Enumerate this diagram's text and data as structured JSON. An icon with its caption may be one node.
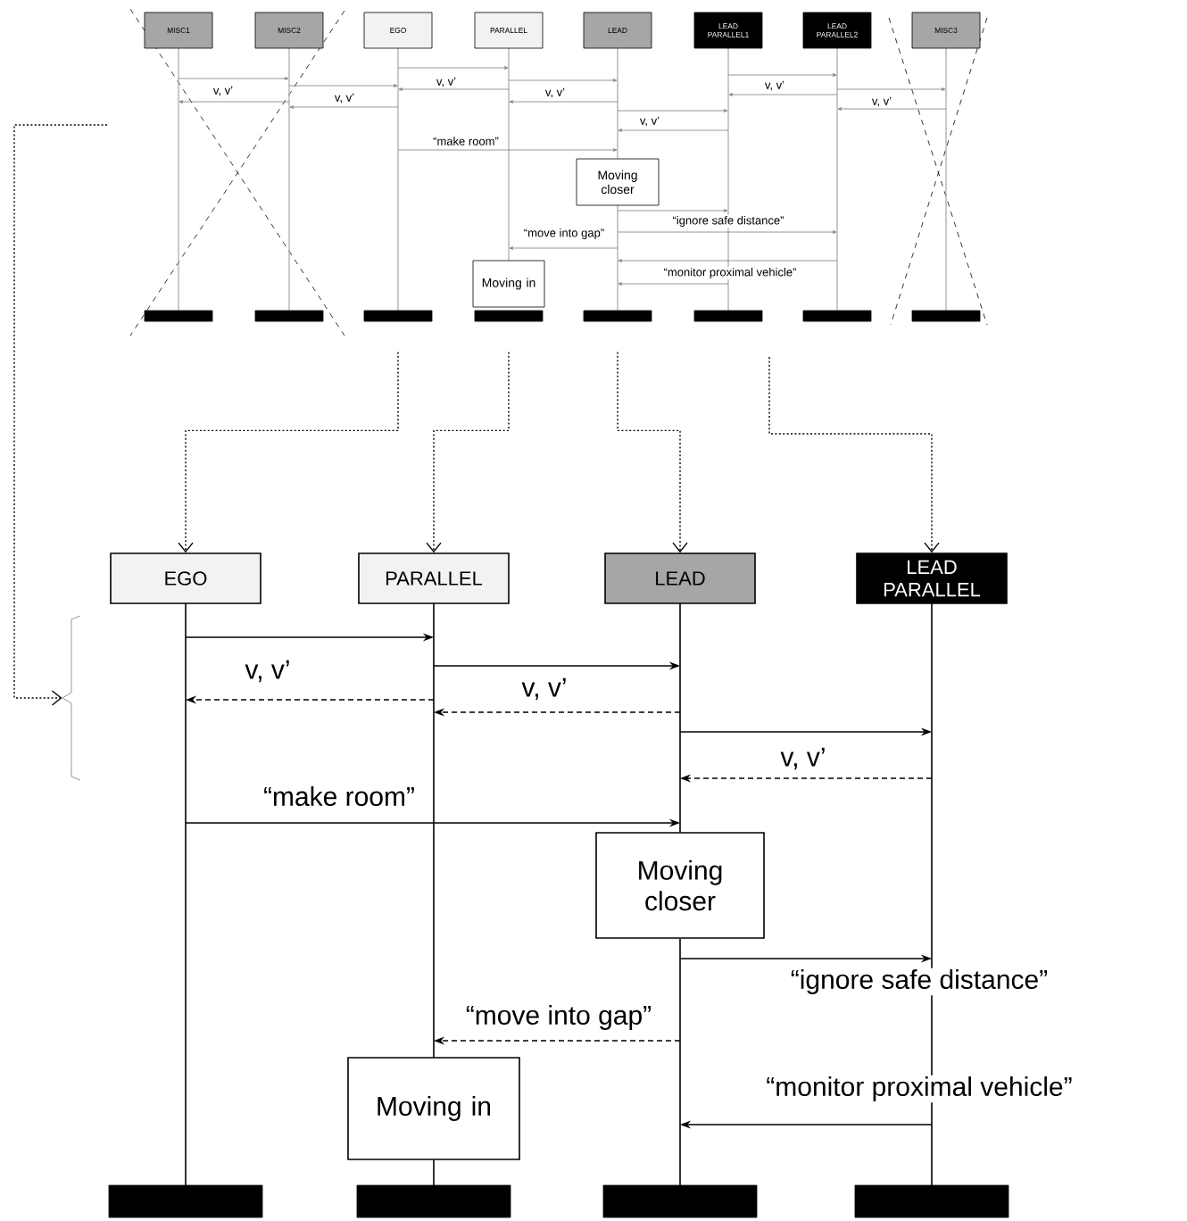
{
  "diagram": {
    "nodes": [
      {
        "text": [
          "MISC1"
        ]
      },
      {
        "text": [
          "MISC2"
        ]
      },
      {
        "text": [
          "EGO"
        ]
      },
      {
        "text": [
          "PARALLEL"
        ]
      },
      {
        "text": [
          "LEAD"
        ]
      },
      {
        "text": [
          "LEAD PARALLEL1"
        ]
      },
      {
        "text": [
          "LEAD PARALLEL2"
        ]
      },
      {
        "text": [
          "MISC3"
        ]
      },
      {
        "text": [
          "Moving closer"
        ]
      },
      {
        "text": [
          "Moving in"
        ]
      },
      {
        "text": [],
        "shape": "bar"
      },
      {
        "text": [],
        "shape": "bar"
      },
      {
        "text": [],
        "shape": "bar"
      },
      {
        "text": [],
        "shape": "bar"
      },
      {
        "text": [],
        "shape": "bar"
      },
      {
        "text": [],
        "shape": "bar"
      },
      {
        "text": [],
        "shape": "bar"
      },
      {
        "text": [],
        "shape": "bar"
      },
      {
        "text": [],
        "shape": "bracket"
      },
      {
        "text": [
          "EGO"
        ]
      },
      {
        "text": [
          "PARALLEL"
        ]
      },
      {
        "text": [
          "LEAD"
        ]
      },
      {
        "text": [
          "LEAD PARALLEL"
        ]
      },
      {
        "text": [
          "Moving closer"
        ]
      },
      {
        "text": [
          "Moving in"
        ]
      },
      {
        "text": [],
        "shape": "bar"
      },
      {
        "text": [],
        "shape": "bar"
      },
      {
        "text": [],
        "shape": "bar"
      },
      {
        "text": [],
        "shape": "bar"
      },
      {
        "text": [],
        "shape": "line"
      },
      {
        "text": [],
        "shape": "line"
      },
      {
        "text": [],
        "shape": "line"
      },
      {
        "text": [],
        "shape": "line"
      },
      {
        "text": [],
        "shape": "line"
      },
      {
        "text": [],
        "shape": "line"
      },
      {
        "text": [],
        "shape": "line"
      },
      {
        "text": [],
        "shape": "line"
      },
      {
        "text": [],
        "shape": "line"
      },
      {
        "text": [],
        "shape": "line"
      },
      {
        "text": [],
        "shape": "line"
      },
      {
        "text": [],
        "shape": "line"
      },
      {
        "text": [],
        "shape": "line"
      },
      {
        "text": [],
        "shape": "line"
      },
      {
        "text": [],
        "shape": "line"
      }
    ],
    "edges": [
      {
        "from": 29,
        "to": 30,
        "arrow": "to",
        "color": "#7f7f7f"
      },
      {
        "from": 30,
        "to": 29,
        "arrow": "to",
        "label": "v, v’",
        "color": "#7f7f7f"
      },
      {
        "from": 30,
        "to": 31,
        "arrow": "to",
        "color": "#7f7f7f"
      },
      {
        "from": 31,
        "to": 30,
        "arrow": "to",
        "label": "v, v’",
        "color": "#7f7f7f"
      },
      {
        "from": 31,
        "to": 32,
        "arrow": "to",
        "color": "#7f7f7f"
      },
      {
        "from": 32,
        "to": 31,
        "arrow": "to",
        "label": "v, v’",
        "color": "#7f7f7f"
      },
      {
        "from": 32,
        "to": 33,
        "arrow": "to",
        "color": "#7f7f7f"
      },
      {
        "from": 33,
        "to": 32,
        "arrow": "to",
        "label": "v, v’",
        "color": "#7f7f7f"
      },
      {
        "from": 33,
        "to": 34,
        "arrow": "to",
        "color": "#7f7f7f"
      },
      {
        "from": 34,
        "to": 33,
        "arrow": "to",
        "label": "v, v’",
        "color": "#7f7f7f"
      },
      {
        "from": 34,
        "to": 35,
        "arrow": "to",
        "color": "#7f7f7f"
      },
      {
        "from": 35,
        "to": 34,
        "arrow": "to",
        "label": "v, v’",
        "color": "#7f7f7f"
      },
      {
        "from": 35,
        "to": 36,
        "arrow": "to",
        "color": "#7f7f7f"
      },
      {
        "from": 36,
        "to": 35,
        "arrow": "to",
        "label": "v, v’",
        "color": "#7f7f7f"
      },
      {
        "from": 31,
        "to": 33,
        "arrow": "to",
        "label": "“make room”",
        "color": "#7f7f7f"
      },
      {
        "from": 41,
        "to": 34,
        "arrow": "to",
        "color": "#7f7f7f"
      },
      {
        "from": 41,
        "to": 35,
        "arrow": "to",
        "label": "“ignore safe distance”",
        "color": "#7f7f7f"
      },
      {
        "from": 41,
        "to": 32,
        "arrow": "to",
        "label": "“move into gap”",
        "color": "#7f7f7f"
      },
      {
        "from": 35,
        "to": 41,
        "arrow": "to",
        "color": "#7f7f7f"
      },
      {
        "from": 34,
        "to": 41,
        "arrow": "to",
        "label": "“monitor proximal vehicle”",
        "color": "#7f7f7f"
      },
      {
        "from": 12,
        "to": 19,
        "arrow": "to",
        "style": "dashed",
        "color": "#000000"
      },
      {
        "from": 13,
        "to": 20,
        "arrow": "to",
        "style": "dashed",
        "color": "#000000"
      },
      {
        "from": 14,
        "to": 21,
        "arrow": "to",
        "style": "dashed",
        "color": "#000000"
      },
      {
        "from": null,
        "to": 22,
        "arrow": "to",
        "style": "dashed",
        "color": "#000000"
      },
      {
        "from": null,
        "to": 18,
        "arrow": "to",
        "style": "dashed",
        "color": "#000000"
      },
      {
        "from": 37,
        "to": 38,
        "arrow": "to",
        "color": "#000000"
      },
      {
        "from": 38,
        "to": 37,
        "arrow": "to",
        "label": "v, v’",
        "style": "dashed",
        "color": "#000000"
      },
      {
        "from": 38,
        "to": 39,
        "arrow": "to",
        "color": "#000000"
      },
      {
        "from": 39,
        "to": 38,
        "arrow": "to",
        "label": "v, v’",
        "style": "dashed",
        "color": "#000000"
      },
      {
        "from": 39,
        "to": 40,
        "arrow": "to",
        "color": "#000000"
      },
      {
        "from": 40,
        "to": 39,
        "arrow": "to",
        "label": "v, v’",
        "style": "dashed",
        "color": "#000000"
      },
      {
        "from": 37,
        "to": 39,
        "arrow": "to",
        "label": "“make room”",
        "color": "#000000"
      },
      {
        "from": 42,
        "to": 40,
        "arrow": "to",
        "label": "“ignore safe distance”",
        "color": "#000000"
      },
      {
        "from": 42,
        "to": 38,
        "arrow": "to",
        "label": "“move into gap”",
        "style": "dashed",
        "color": "#000000"
      },
      {
        "from": 40,
        "to": 42,
        "arrow": "to",
        "label": "“monitor proximal vehicle”",
        "color": "#000000"
      }
    ]
  }
}
